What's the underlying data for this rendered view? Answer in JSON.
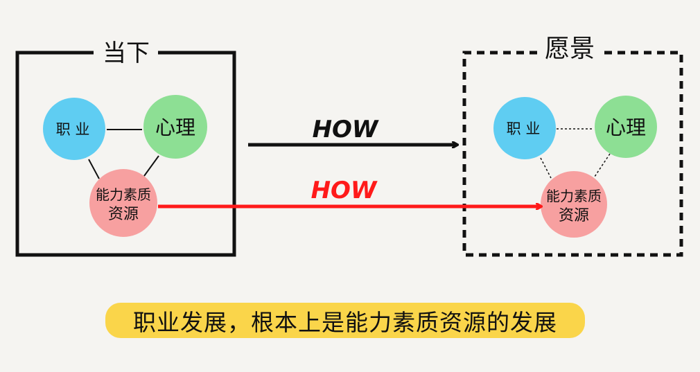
{
  "current": {
    "title": "当下",
    "nodes": {
      "career": "职 业",
      "psychology": "心理",
      "ability_line1": "能力素质",
      "ability_line2": "资源"
    }
  },
  "vision": {
    "title": "愿景",
    "nodes": {
      "career": "职 业",
      "psychology": "心理",
      "ability_line1": "能力素质",
      "ability_line2": "资源"
    }
  },
  "arrows": {
    "top_label": "HOW",
    "bottom_label": "HOW"
  },
  "caption": "职业发展，根本上是能力素质资源的发展",
  "colors": {
    "career": "#5fcdf2",
    "psychology": "#8ddf94",
    "ability": "#f7a0a0",
    "accent_red": "#ff1a1a",
    "highlight": "#fad54a"
  }
}
